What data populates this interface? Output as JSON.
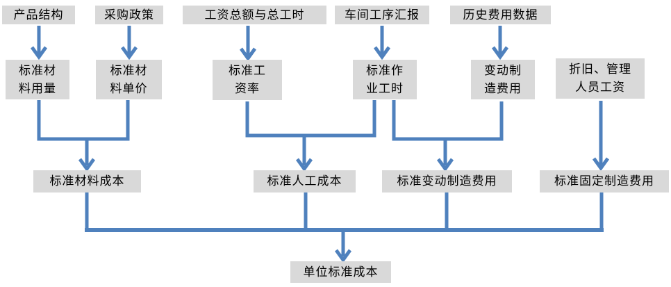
{
  "colors": {
    "background": "#ffffff",
    "box_fill": "#d9d9d9",
    "box_text": "#000000",
    "connector": "#4f81bd"
  },
  "nodes": {
    "product_structure": "产品结构",
    "procurement_policy": "采购政策",
    "total_wages_hours": "工资总额与总工时",
    "workshop_process_report": "车间工序汇报",
    "historical_cost_data": "历史费用数据",
    "std_material_usage": "标准材\n料用量",
    "std_material_price": "标准材\n料单价",
    "std_wage_rate": "标准工\n资率",
    "std_operation_hours": "标准作\n业工时",
    "variable_mfg_overhead": "变动制\n造费用",
    "depreciation_admin_wages": "折旧、管理\n人员工资",
    "std_material_cost": "标准材料成本",
    "std_labor_cost": "标准人工成本",
    "std_variable_mfg_cost": "标准变动制造费用",
    "std_fixed_mfg_cost": "标准固定制造费用",
    "unit_standard_cost": "单位标准成本"
  },
  "edges": [
    {
      "from": [
        "product_structure"
      ],
      "to": "std_material_usage",
      "type": "arrow"
    },
    {
      "from": [
        "procurement_policy"
      ],
      "to": "std_material_price",
      "type": "arrow"
    },
    {
      "from": [
        "total_wages_hours"
      ],
      "to": "std_wage_rate",
      "type": "arrow"
    },
    {
      "from": [
        "workshop_process_report"
      ],
      "to": "std_operation_hours",
      "type": "arrow"
    },
    {
      "from": [
        "historical_cost_data"
      ],
      "to": "variable_mfg_overhead",
      "type": "arrow"
    },
    {
      "from": [
        "depreciation_admin_wages"
      ],
      "to": "std_fixed_mfg_cost",
      "type": "arrow"
    },
    {
      "from": [
        "std_material_usage",
        "std_material_price"
      ],
      "to": "std_material_cost",
      "type": "merge-arrow"
    },
    {
      "from": [
        "std_wage_rate",
        "std_operation_hours"
      ],
      "to": "std_labor_cost",
      "type": "merge-arrow"
    },
    {
      "from": [
        "std_operation_hours",
        "variable_mfg_overhead"
      ],
      "to": "std_variable_mfg_cost",
      "type": "merge-arrow"
    },
    {
      "from": [
        "std_material_cost",
        "std_labor_cost",
        "std_variable_mfg_cost",
        "std_fixed_mfg_cost"
      ],
      "to": "unit_standard_cost",
      "type": "merge-arrow"
    }
  ]
}
